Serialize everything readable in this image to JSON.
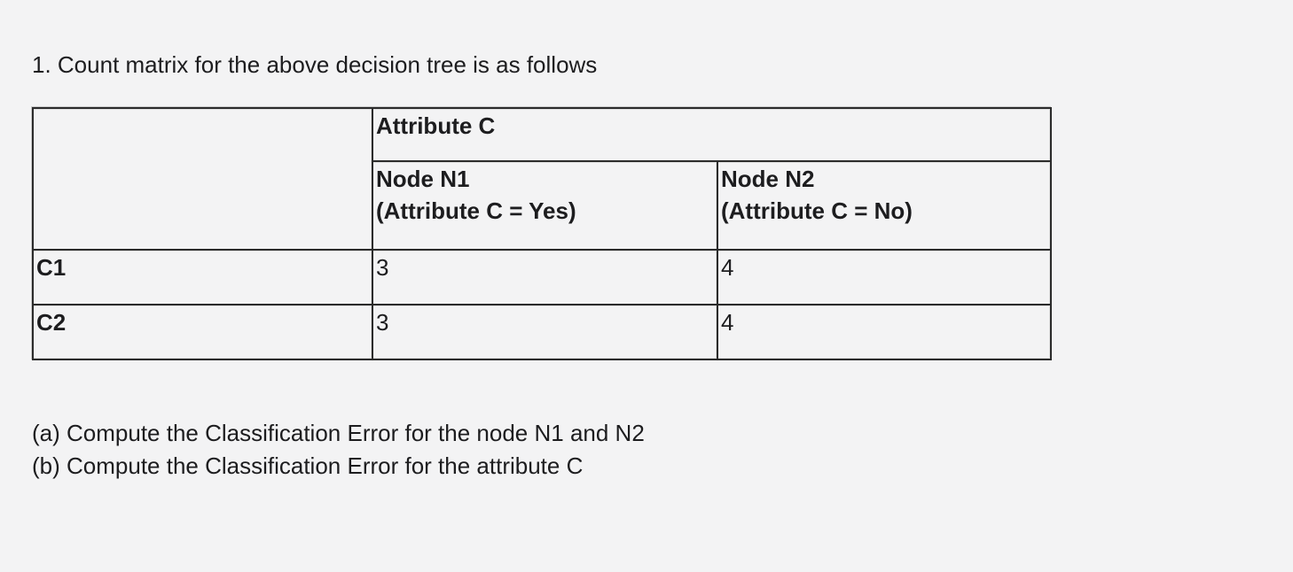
{
  "colors": {
    "background": "#f3f3f4",
    "text": "#1d1d1f",
    "table_border": "#2b2b2b",
    "table_border_highlight": "#d9d9d9"
  },
  "title": "1. Count matrix for the above decision tree is as follows",
  "table": {
    "corner_label": "",
    "group_header": "Attribute C",
    "columns": [
      {
        "line1": "Node N1",
        "line2": "(Attribute C = Yes)"
      },
      {
        "line1": "Node N2",
        "line2": "(Attribute C = No)"
      }
    ],
    "rows": [
      {
        "label": "C1",
        "values": [
          "3",
          "4"
        ]
      },
      {
        "label": "C2",
        "values": [
          "3",
          "4"
        ]
      }
    ]
  },
  "questions": [
    "(a) Compute the Classification Error for the node N1 and N2",
    "(b) Compute the Classification Error for the attribute C"
  ]
}
